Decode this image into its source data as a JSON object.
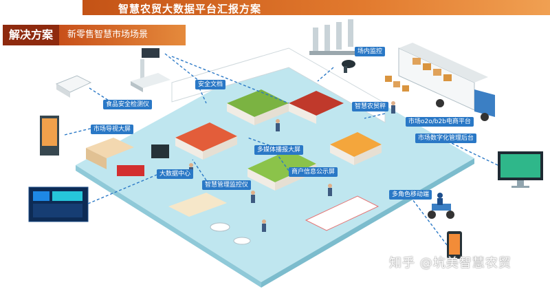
{
  "header": {
    "title": "智慧农贸大数据平台汇报方案"
  },
  "section": {
    "tab": "解决方案",
    "subtitle": "新零售智慧市场场景"
  },
  "callouts": {
    "monitor": "场内监控",
    "safety": "安全文档",
    "food_check": "食品安全检测仪",
    "guide_screen": "市场导视大屏",
    "smart_scale": "智慧农贸秤",
    "o2o": "市场o2o/b2b电商平台",
    "management": "市场数字化管理后台",
    "media_screen": "多媒体播报大屏",
    "data_center": "大数据中心",
    "smart_check": "智慧管理监控仪",
    "merchant_screen": "商户信息公示屏",
    "mobile": "多角色移动端"
  },
  "watermark": "知乎 @坑美智慧农贸"
}
